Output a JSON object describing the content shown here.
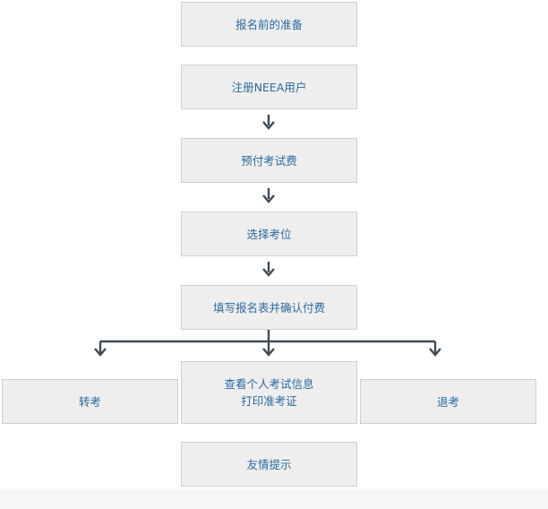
{
  "colors": {
    "box_fill": "#eeeeee",
    "box_border": "#cfcfcf",
    "text": "#2a6aa0",
    "arrow": "#3f4a55"
  },
  "steps": {
    "prepare": "报名前的准备",
    "register": "注册NEEA用户",
    "prepay": "预付考试费",
    "choose_seat": "选择考位",
    "fill_form": "填写报名表并确认付费",
    "transfer": "转考",
    "view_info_line1": "查看个人考试信息",
    "view_info_line2": "打印准考证",
    "withdraw": "退考",
    "tips": "友情提示"
  }
}
